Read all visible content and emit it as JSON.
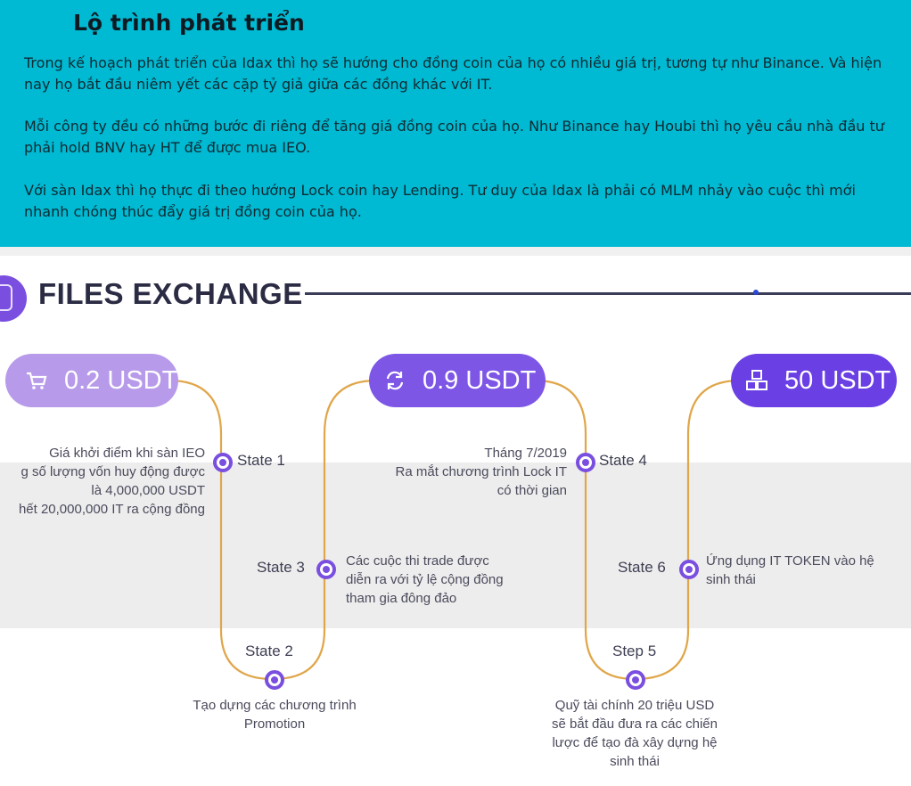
{
  "header": {
    "title": "Lộ trình phát triển",
    "paragraphs": [
      "Trong kế hoạch phát triển của Idax thì họ sẽ hướng cho đồng coin của họ có nhiều giá trị, tương tự như Binance. Và hiện nay họ bắt đầu niêm yết các cặp tỷ giả giữa các đồng khác với IT.",
      "Mỗi công ty đều có những bước đi riêng để tăng giá đồng coin của họ. Như Binance hay Houbi thì họ yêu cầu nhà đầu tư phải hold BNV hay HT để được mua IEO.",
      "Với sàn Idax thì họ thực đi theo hướng Lock coin hay Lending. Tư duy của Idax là phải có MLM nhảy vào cuộc thì mới nhanh chóng thúc đẩy giá trị đồng coin của họ."
    ]
  },
  "diagram": {
    "title": "FILES EXCHANGE",
    "accent_color": "#7a4fe0",
    "line_color": "#e0a64a",
    "prices": [
      {
        "label": "0.2 USDT",
        "icon": "cart-icon",
        "color": "#b79bea"
      },
      {
        "label": "0.9 USDT",
        "icon": "refresh-icon",
        "color": "#7d56e6"
      },
      {
        "label": "50 USDT",
        "icon": "blocks-icon",
        "color": "#6a3fe4"
      }
    ],
    "steps": [
      {
        "label": "State 1",
        "lines": [
          "Giá khởi điểm khi sàn IEO",
          "g số lượng vốn huy động được",
          "là 4,000,000 USDT",
          "hết 20,000,000 IT ra cộng đồng"
        ]
      },
      {
        "label": "State 2",
        "lines": [
          "Tạo dựng các chương trình",
          "Promotion"
        ]
      },
      {
        "label": "State 3",
        "lines": [
          "Các cuộc thi trade được",
          "diễn ra với tỷ lệ cộng đồng",
          "tham gia đông đảo"
        ]
      },
      {
        "label": "State 4",
        "lines": [
          "Tháng 7/2019",
          "Ra mắt chương trình Lock IT",
          "có thời gian"
        ]
      },
      {
        "label": "Step 5",
        "lines": [
          "Quỹ tài chính 20 triệu USD",
          "sẽ bắt đầu đưa ra các chiến",
          "lược để tạo đà xây dựng hệ",
          "sinh thái"
        ]
      },
      {
        "label": "State 6",
        "lines": [
          "Ứng dụng IT TOKEN vào hệ",
          "sinh thái"
        ]
      }
    ]
  }
}
